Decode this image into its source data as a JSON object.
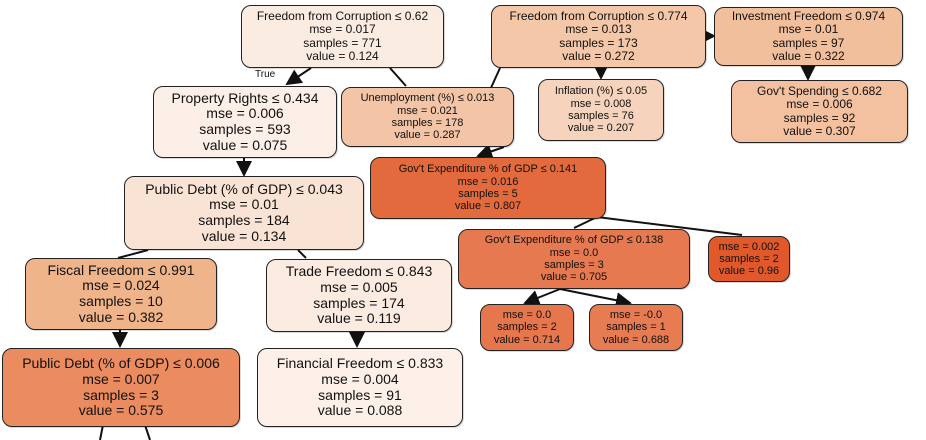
{
  "nodes": [
    {
      "id": "root",
      "fill": "#fbece2",
      "lines": [
        "Freedom from Corruption ≤ 0.62",
        "mse = 0.017",
        "samples = 771",
        "value = 0.124"
      ]
    },
    {
      "id": "pr",
      "fill": "#fcefe7",
      "lines": [
        "Property Rights ≤ 0.434",
        "mse = 0.006",
        "samples = 593",
        "value = 0.075"
      ]
    },
    {
      "id": "unemp",
      "fill": "#f3c4a5",
      "lines": [
        "Unemployment (%) ≤ 0.013",
        "mse = 0.021",
        "samples = 178",
        "value = 0.287"
      ]
    },
    {
      "id": "ffc2",
      "fill": "#f4c7a8",
      "lines": [
        "Freedom from Corruption ≤ 0.774",
        "mse = 0.013",
        "samples = 173",
        "value = 0.272"
      ]
    },
    {
      "id": "inv",
      "fill": "#f2bf9c",
      "lines": [
        "Investment Freedom  ≤ 0.974",
        "mse = 0.01",
        "samples = 97",
        "value = 0.322"
      ]
    },
    {
      "id": "infl",
      "fill": "#f6d3bc",
      "lines": [
        "Inflation (%) ≤ 0.05",
        "mse = 0.008",
        "samples = 76",
        "value = 0.207"
      ]
    },
    {
      "id": "govsp",
      "fill": "#f3c1a0",
      "lines": [
        "Gov't Spending ≤ 0.682",
        "mse = 0.006",
        "samples = 92",
        "value = 0.307"
      ]
    },
    {
      "id": "pd1",
      "fill": "#f9e3d4",
      "lines": [
        "Public Debt (% of GDP) ≤ 0.043",
        "mse = 0.01",
        "samples = 184",
        "value = 0.134"
      ]
    },
    {
      "id": "gexp1",
      "fill": "#e36a3d",
      "lines": [
        "Gov't Expenditure % of GDP  ≤ 0.141",
        "mse = 0.016",
        "samples = 5",
        "value = 0.807"
      ]
    },
    {
      "id": "fisc",
      "fill": "#f0b48b",
      "lines": [
        "Fiscal Freedom  ≤ 0.991",
        "mse = 0.024",
        "samples = 10",
        "value = 0.382"
      ]
    },
    {
      "id": "trade",
      "fill": "#fbebe0",
      "lines": [
        "Trade Freedom ≤ 0.843",
        "mse = 0.005",
        "samples = 174",
        "value = 0.119"
      ]
    },
    {
      "id": "gexp2",
      "fill": "#e6794f",
      "lines": [
        "Gov't Expenditure % of GDP  ≤ 0.138",
        "mse = 0.0",
        "samples = 3",
        "value = 0.705"
      ]
    },
    {
      "id": "leafa",
      "fill": "#e1592a",
      "lines": [
        "mse = 0.002",
        "samples = 2",
        "value = 0.96"
      ]
    },
    {
      "id": "pd2",
      "fill": "#ea8c5f",
      "lines": [
        "Public Debt (% of GDP) ≤ 0.006",
        "mse = 0.007",
        "samples = 3",
        "value = 0.575"
      ]
    },
    {
      "id": "fin",
      "fill": "#fcf0e8",
      "lines": [
        "Financial Freedom ≤ 0.833",
        "mse = 0.004",
        "samples = 91",
        "value = 0.088"
      ]
    },
    {
      "id": "leafb",
      "fill": "#e6774d",
      "lines": [
        "mse = 0.0",
        "samples = 2",
        "value = 0.714"
      ]
    },
    {
      "id": "leafc",
      "fill": "#e77b52",
      "lines": [
        "mse = -0.0",
        "samples = 1",
        "value = 0.688"
      ]
    }
  ],
  "edge_labels": {
    "true_label": "True"
  }
}
